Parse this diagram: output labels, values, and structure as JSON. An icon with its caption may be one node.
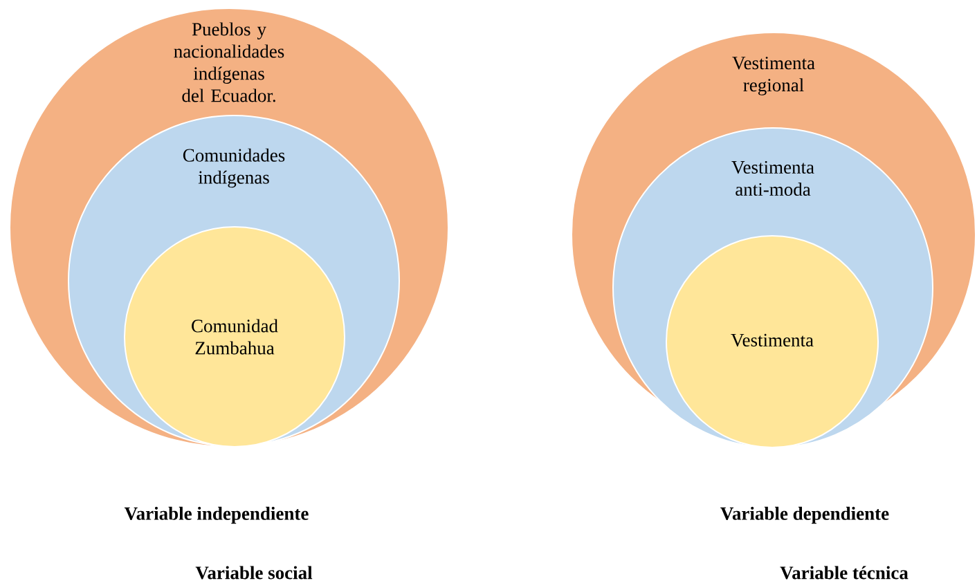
{
  "diagram": {
    "nodes": [
      {
        "text": [
          "Pueblos y nacionalidades indígenas del Ecuador."
        ]
      },
      {
        "text": [
          "Comunidades indígenas"
        ],
        "in": 0
      },
      {
        "text": [
          "Comunidad Zumbahua"
        ],
        "in": 1
      },
      {
        "text": [
          "Vestimenta regional"
        ]
      },
      {
        "text": [
          "Vestimenta anti-moda"
        ],
        "in": 3
      },
      {
        "text": [
          "Vestimenta"
        ],
        "in": 4
      }
    ],
    "labels": [
      "Variable independiente",
      "Variable dependiente",
      "Variable social",
      "Variable técnica"
    ]
  }
}
